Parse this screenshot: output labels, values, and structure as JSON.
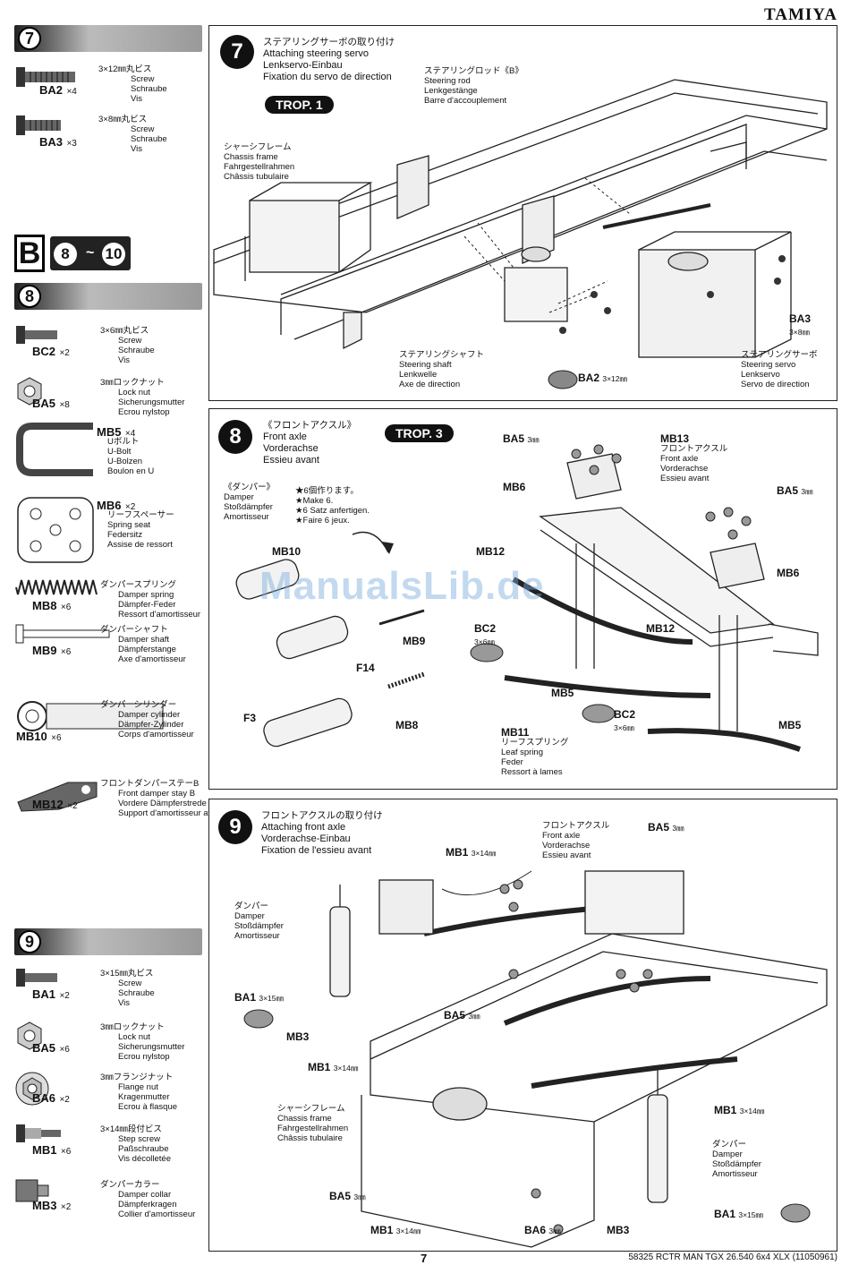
{
  "brand": "TAMIYA",
  "left": {
    "s7": {
      "num": "7",
      "parts": [
        {
          "code": "BA2",
          "qty": "×4",
          "size": "3×12㎜丸ビス",
          "desc": [
            "Screw",
            "Schraube",
            "Vis"
          ]
        },
        {
          "code": "BA3",
          "qty": "×3",
          "size": "3×8㎜丸ビス",
          "desc": [
            "Screw",
            "Schraube",
            "Vis"
          ]
        }
      ]
    },
    "bag": {
      "letter": "B",
      "from": "8",
      "sep": "~",
      "to": "10"
    },
    "s8": {
      "num": "8",
      "parts": [
        {
          "code": "BC2",
          "qty": "×2",
          "size": "3×6㎜丸ビス",
          "desc": [
            "Screw",
            "Schraube",
            "Vis"
          ]
        },
        {
          "code": "BA5",
          "qty": "×8",
          "size": "3㎜ロックナット",
          "desc": [
            "Lock nut",
            "Sicherungsmutter",
            "Ecrou nylstop"
          ]
        },
        {
          "code": "MB5",
          "qty": "×4",
          "size": "Uボルト",
          "desc": [
            "U-Bolt",
            "U-Bolzen",
            "Boulon en U"
          ]
        },
        {
          "code": "MB6",
          "qty": "×2",
          "size": "リーフスペーサー",
          "desc": [
            "Spring seat",
            "Federsitz",
            "Assise de ressort"
          ]
        },
        {
          "code": "MB8",
          "qty": "×6",
          "size": "ダンパースプリング",
          "desc": [
            "Damper spring",
            "Dämpfer-Feder",
            "Ressort d'amortisseur"
          ]
        },
        {
          "code": "MB9",
          "qty": "×6",
          "size": "ダンパーシャフト",
          "desc": [
            "Damper shaft",
            "Dämpferstange",
            "Axe d'amortisseur"
          ]
        },
        {
          "code": "MB10",
          "qty": "×6",
          "size": "ダンパーシリンダー",
          "desc": [
            "Damper cylinder",
            "Dämpfer-Zylinder",
            "Corps d'amortisseur"
          ]
        },
        {
          "code": "MB12",
          "qty": "×2",
          "size": "フロントダンパーステーB",
          "desc": [
            "Front damper stay B",
            "Vordere Dämpferstrede B",
            "Support d'amortisseur avant B"
          ]
        }
      ]
    },
    "s9": {
      "num": "9",
      "parts": [
        {
          "code": "BA1",
          "qty": "×2",
          "size": "3×15㎜丸ビス",
          "desc": [
            "Screw",
            "Schraube",
            "Vis"
          ]
        },
        {
          "code": "BA5",
          "qty": "×6",
          "size": "3㎜ロックナット",
          "desc": [
            "Lock nut",
            "Sicherungsmutter",
            "Ecrou nylstop"
          ]
        },
        {
          "code": "BA6",
          "qty": "×2",
          "size": "3㎜フランジナット",
          "desc": [
            "Flange nut",
            "Kragenmutter",
            "Ecrou à flasque"
          ]
        },
        {
          "code": "MB1",
          "qty": "×6",
          "size": "3×14㎜段付ビス",
          "desc": [
            "Step screw",
            "Paßschraube",
            "Vis décolletée"
          ]
        },
        {
          "code": "MB3",
          "qty": "×2",
          "size": "ダンパーカラー",
          "desc": [
            "Damper collar",
            "Dämpferkragen",
            "Collier d'amortisseur"
          ]
        }
      ]
    }
  },
  "panel7": {
    "num": "7",
    "title": [
      "ステアリングサーボの取り付け",
      "Attaching steering servo",
      "Lenkservo-Einbau",
      "Fixation du servo de direction"
    ],
    "trop": "TROP. 1",
    "chassis": [
      "シャーシフレーム",
      "Chassis frame",
      "Fahrgestellrahmen",
      "Châssis tubulaire"
    ],
    "rod": [
      "ステアリングロッド《B》",
      "Steering rod",
      "Lenkgestänge",
      "Barre d'accouplement"
    ],
    "shaft": [
      "ステアリングシャフト",
      "Steering shaft",
      "Lenkwelle",
      "Axe de direction"
    ],
    "servo": [
      "ステアリングサーボ",
      "Steering servo",
      "Lenkservo",
      "Servo de direction"
    ],
    "ba3": "BA3",
    "ba3size": "3×8㎜",
    "ba2": "BA2",
    "ba2size": "3×12㎜"
  },
  "panel8": {
    "num": "8",
    "title": [
      "《フロントアクスル》",
      "Front axle",
      "Vorderachse",
      "Essieu avant"
    ],
    "trop": "TROP. 3",
    "damper": [
      "《ダンパー》",
      "Damper",
      "Stoßdämpfer",
      "Amortisseur"
    ],
    "make": [
      "★6個作ります。",
      "★Make 6.",
      "★6 Satz anfertigen.",
      "★Faire 6 jeux."
    ],
    "mb13": [
      "MB13",
      "フロントアクスル",
      "Front axle",
      "Vorderachse",
      "Essieu avant"
    ],
    "mb11": [
      "MB11",
      "リーフスプリング",
      "Leaf spring",
      "Feder",
      "Ressort à lames"
    ],
    "codes": {
      "ba5a": "BA5",
      "ba5b": "BA5",
      "mm3": "3㎜",
      "mb6a": "MB6",
      "mb6b": "MB6",
      "mb12a": "MB12",
      "mb12b": "MB12",
      "bc2a": "BC2",
      "bc2b": "BC2",
      "bc2size": "3×6㎜",
      "mb5a": "MB5",
      "mb5b": "MB5",
      "mb10": "MB10",
      "mb9": "MB9",
      "f14": "F14",
      "f3": "F3",
      "mb8": "MB8"
    }
  },
  "panel9": {
    "num": "9",
    "title": [
      "フロントアクスルの取り付け",
      "Attaching front axle",
      "Vorderachse-Einbau",
      "Fixation de l'essieu avant"
    ],
    "axle": [
      "フロントアクスル",
      "Front axle",
      "Vorderachse",
      "Essieu avant"
    ],
    "damperL": [
      "ダンパー",
      "Damper",
      "Stoßdämpfer",
      "Amortisseur"
    ],
    "damperR": [
      "ダンパー",
      "Damper",
      "Stoßdämpfer",
      "Amortisseur"
    ],
    "chassis": [
      "シャーシフレーム",
      "Chassis frame",
      "Fahrgestellrahmen",
      "Châssis tubulaire"
    ],
    "codes": {
      "mb1a": "MB1",
      "mb1b": "MB1",
      "mb1c": "MB1",
      "mb1d": "MB1",
      "mb1size": "3×14㎜",
      "ba5a": "BA5",
      "ba5b": "BA5",
      "ba5c": "BA5",
      "mm3": "3㎜",
      "ba1a": "BA1",
      "ba1b": "BA1",
      "ba1size": "3×15㎜",
      "mb3a": "MB3",
      "mb3b": "MB3",
      "ba6": "BA6"
    }
  },
  "watermark": "ManualsLib.de",
  "page": "7",
  "footer": "58325 RCTR MAN TGX 26.540 6x4 XLX (11050961)"
}
